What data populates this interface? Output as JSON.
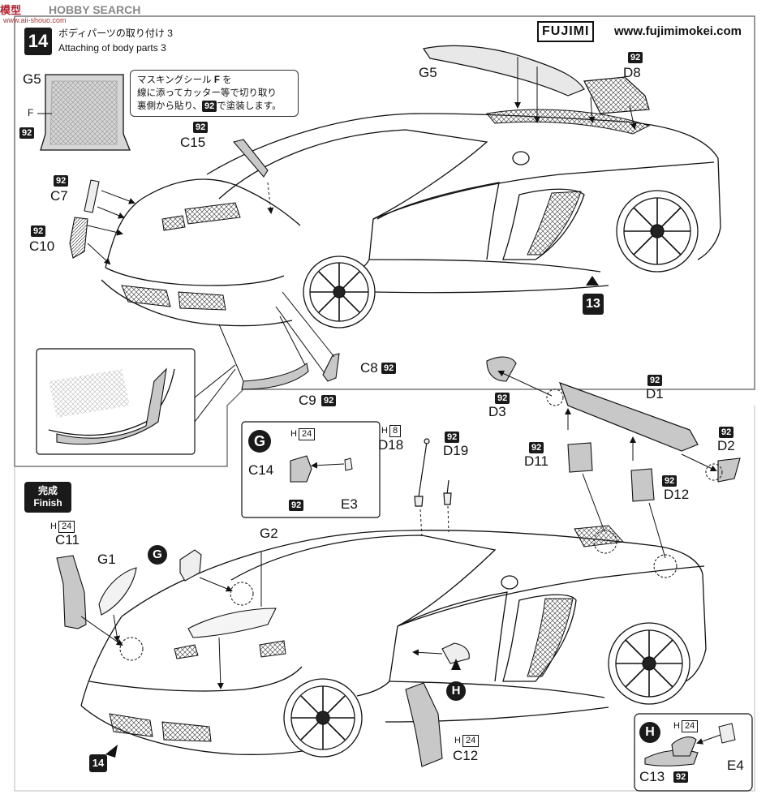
{
  "watermark": {
    "logo_text": "模型",
    "text": "HOBBY SEARCH",
    "site": "www.aii-shouo.com"
  },
  "header": {
    "step_number": "14",
    "title_jp": "ボディパーツの取り付け 3",
    "title_en": "Attaching of body parts 3",
    "brand": "FUJIMI",
    "url": "www.fujimimokei.com"
  },
  "note": {
    "line1_pre": "マスキングシール",
    "line1_letter": "F",
    "line1_post": "を",
    "line2": "線に添ってカッター等で切り取り",
    "line3_pre": "裏側から貼り、",
    "paint": "92",
    "line3_post": "で塗装します。"
  },
  "parts": {
    "g5_window": "G5",
    "f_label": "F",
    "g5_window_paint": "92",
    "g5_wing": "G5",
    "d8": "D8",
    "d8_paint": "92",
    "c15": "C15",
    "c15_paint": "92",
    "c7": "C7",
    "c7_paint": "92",
    "c10": "C10",
    "c10_paint": "92",
    "c8": "C8",
    "c8_paint": "92",
    "c9": "C9",
    "c9_paint": "92",
    "step13_ref": "13",
    "d1": "D1",
    "d1_paint": "92",
    "d2": "D2",
    "d2_paint": "92",
    "d3": "D3",
    "d3_paint": "92",
    "d11": "D11",
    "d11_paint": "92",
    "d12": "D12",
    "d12_paint": "92",
    "d18": "D18",
    "d18_code_prefix": "H",
    "d18_code": "8",
    "d19": "D19",
    "d19_paint": "92",
    "c11": "C11",
    "c11_code_prefix": "H",
    "c11_code": "24",
    "g1": "G1",
    "g2": "G2",
    "g_ref": "G",
    "h_ref": "H",
    "c12": "C12",
    "c12_code_prefix": "H",
    "c12_code": "24",
    "step14_ref": "14"
  },
  "sub_g": {
    "id": "G",
    "code_prefix": "H",
    "code": "24",
    "part": "C14",
    "part_paint": "92",
    "e3": "E3"
  },
  "sub_h": {
    "id": "H",
    "code_prefix": "H",
    "code": "24",
    "part": "C13",
    "part_paint": "92",
    "e4": "E4"
  },
  "finish": {
    "jp": "完成",
    "en": "Finish"
  },
  "colors": {
    "ink": "#1a1a1a",
    "gray_fill": "#c8c8c8",
    "watermark": "#b02030"
  }
}
